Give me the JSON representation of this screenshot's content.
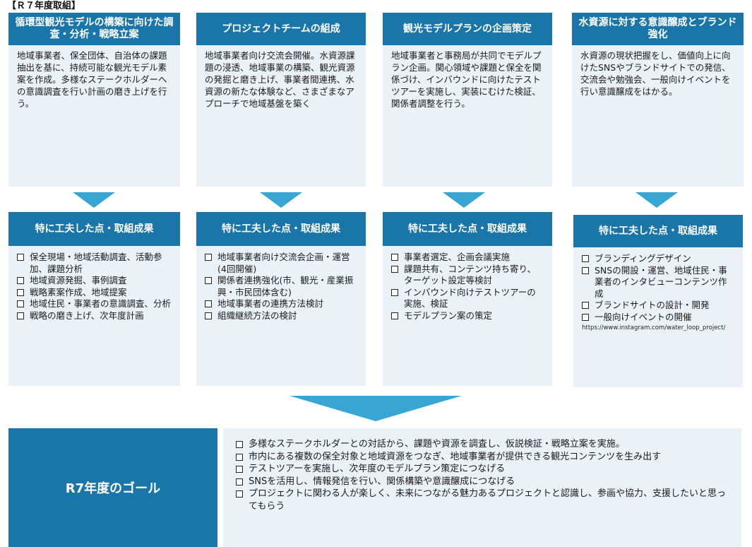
{
  "page_label": "【Ｒ７年度取組】",
  "columns": [
    {
      "title": "循環型観光モデルの構築に向けた調査・分析・戦略立案",
      "description": "地域事業者、保全団体、自治体の課題抽出を基に、持続可能な観光モデル素案を作成。多様なステークホルダーへの意識調査を行い計画の磨き上げを行う。",
      "result_title": "特に工夫した点・取組成果",
      "results": [
        "保全現場・地域活動調査、活動参加、課題分析",
        "地域資源発掘、事例調査",
        "戦略素案作成、地域提案",
        "地域住民・事業者の意識調査、分析",
        "戦略の磨き上げ、次年度計画"
      ]
    },
    {
      "title": "プロジェクトチームの組成",
      "description": "地域事業者向け交流会開催。水資源課題の浸透、地域事業の構築、観光資源の発掘と磨き上げ、事業者間連携、水資源の新たな体験など、さまざまなアプローチで地域基盤を築く",
      "result_title": "特に工夫した点・取組成果",
      "results": [
        "地域事業者向け交流会企画・運営(4回開催)",
        "関係者連携強化(市、観光・産業振興・市民団体含む)",
        "地域事業者の連携方法検討",
        "組織継続方法の検討"
      ]
    },
    {
      "title": "観光モデルプランの企画策定",
      "description": "地域事業者と事務局が共同でモデルプラン企画。関心領域や課題と保全を関係づけ、インバウンドに向けたテストツアーを実施し、実装にむけた検証、関係者調整を行う。",
      "result_title": "特に工夫した点・取組成果",
      "results": [
        "事業者選定、企画会議実施",
        "課題共有、コンテンツ持ち寄り、ターゲット設定等検討",
        "インバウンド向けテストツアーの実施、検証",
        "モデルプラン案の策定"
      ]
    },
    {
      "title": "水資源に対する意識醸成とブランド強化",
      "description": "水資源の現状把握をし、価値向上に向けたSNSやブランドサイトでの発信、交流会や勉強会、一般向けイベントを行い意識醸成をはかる。",
      "result_title": "特に工夫した点・取組成果",
      "results": [
        "ブランディングデザイン",
        "SNSの開設・運営、地域住民・事業者のインタビューコンテンツ作成",
        "ブランドサイトの設計・開発",
        "一般向けイベントの開催"
      ],
      "url": "https://www.instagram.com/water_loop_project/"
    }
  ],
  "goal": {
    "label": "R7年度のゴール",
    "items": [
      "多様なステークホルダーとの対話から、課題や資源を調査し、仮説検証・戦略立案を実施。",
      "市内にある複数の保全対象と地域資源をつなぎ、地域事業者が提供できる観光コンテンツを生み出す",
      "テストツアーを実施し、次年度のモデルプラン策定につなげる",
      "SNSを活用し、情報発信を行い、関係構築や意識醸成につなげる",
      "プロジェクトに関わる人が楽しく、未来につながる魅力あるプロジェクトと認識し、参画や協力、支援したいと思ってもらう"
    ]
  },
  "colors": {
    "header_blue": "#1a75a8",
    "arrow_blue": "#37a6d3",
    "panel_bg": "#eaf2f8"
  }
}
